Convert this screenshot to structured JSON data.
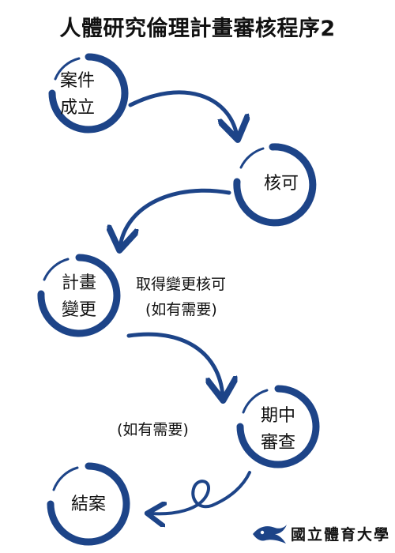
{
  "title": "人體研究倫理計畫審核程序2",
  "colors": {
    "ring": "#1d4488",
    "arrow": "#1d4488",
    "text": "#111111"
  },
  "nodes": [
    {
      "id": "case-established",
      "label_line1": "案件",
      "label_line2": "成立"
    },
    {
      "id": "approved",
      "label_line1": "核可",
      "label_line2": ""
    },
    {
      "id": "plan-change",
      "label_line1": "計畫",
      "label_line2": "變更"
    },
    {
      "id": "midterm-review",
      "label_line1": "期中",
      "label_line2": "審查"
    },
    {
      "id": "closure",
      "label_line1": "結案",
      "label_line2": ""
    }
  ],
  "notes": {
    "change_line1": "取得變更核可",
    "change_line2": "(如有需要)",
    "midterm": "(如有需要)"
  },
  "logo": {
    "text": "國立體育大學",
    "icon": "flying-figure-logo"
  }
}
